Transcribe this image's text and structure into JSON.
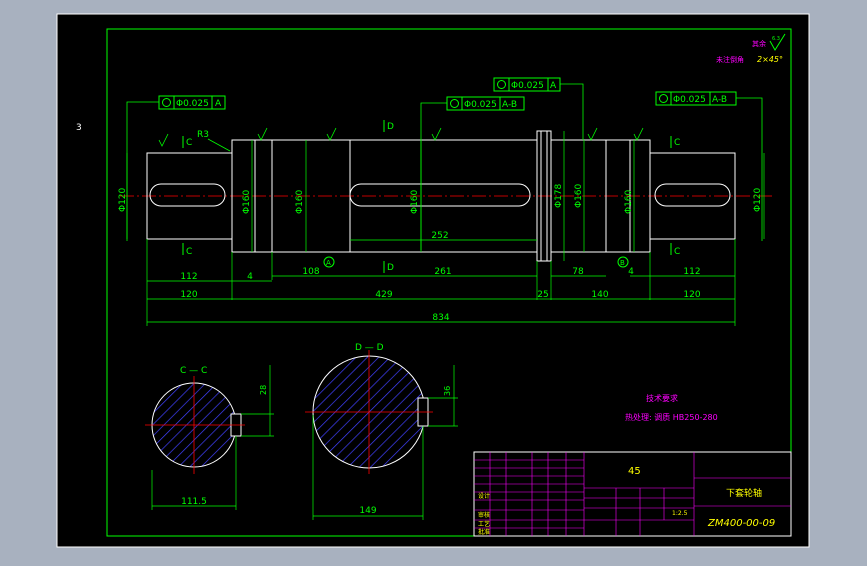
{
  "colors": {
    "background": "#000000",
    "frame": "#ffffff",
    "border": "#00ff00",
    "part": "#ffffff",
    "dimension": "#00ff00",
    "centerline": "#ff0000",
    "hatch": "#4040ff",
    "title_block": "#ff00ff",
    "text": "#ffff00",
    "gdt": "#00ff00"
  },
  "drawing": {
    "sheet_mark": "3",
    "roughness_note_1": "其余",
    "roughness_note_2": "未注倒角",
    "chamfer": "2×45°",
    "roughness_symbol": "6.3"
  },
  "gdt": {
    "frame_1": {
      "value": "Φ0.025",
      "datum": "A"
    },
    "frame_2": {
      "value": "Φ0.025",
      "datum": "A-B"
    },
    "frame_3": {
      "value": "Φ0.025",
      "datum": "A"
    },
    "frame_4": {
      "value": "Φ0.025",
      "datum": "A-B"
    },
    "datum_a": "A",
    "datum_b": "B"
  },
  "section_marks": {
    "c": "C",
    "d": "D"
  },
  "dimensions": {
    "r3": "R3",
    "d120_left": "Φ120",
    "d160_left": "Φ160",
    "d160_body": "Φ160",
    "d160_mid": "Φ160",
    "d178": "Φ178",
    "d160_right_a": "Φ160",
    "d160_right_b": "Φ160",
    "d120_right": "Φ120",
    "len_252": "252",
    "len_112_left": "112",
    "len_4_left": "4",
    "len_108": "108",
    "len_261": "261",
    "len_78": "78",
    "len_4_right": "4",
    "len_112_right": "112",
    "len_120_left": "120",
    "len_429": "429",
    "len_25": "25",
    "len_140": "140",
    "len_120_right": "120",
    "len_834": "834"
  },
  "sections": {
    "c_title": "C — C",
    "d_title": "D — D",
    "c_keyway": "28",
    "c_width": "111.5",
    "d_keyway": "36",
    "d_width": "149"
  },
  "notes": {
    "title": "技术要求",
    "line_1": "热处理: 调质 HB250-280"
  },
  "title_block": {
    "material": "45",
    "part_name": "下套轮轴",
    "drawing_no": "ZM400-00-09",
    "scale": "1:2.5",
    "designer": "设计",
    "checker": "审核",
    "process": "工艺",
    "approve": "批准"
  }
}
